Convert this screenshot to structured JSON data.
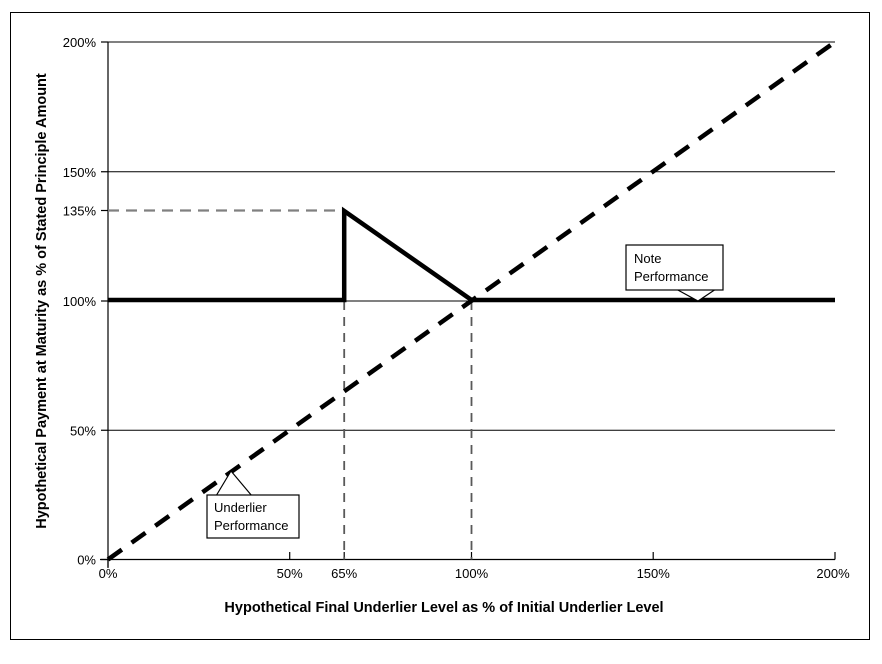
{
  "chart_data": {
    "type": "line",
    "title": "",
    "xlabel": "Hypothetical Final Underlier Level as % of Initial Underlier Level",
    "ylabel": "Hypothetical Payment at Maturity as % of Stated Principle Amount",
    "xlim": [
      0,
      200
    ],
    "ylim": [
      0,
      200
    ],
    "grid": true,
    "legend_position": "none",
    "x_ticks": [
      {
        "value": 0,
        "label": "0%"
      },
      {
        "value": 50,
        "label": "50%"
      },
      {
        "value": 65,
        "label": "65%"
      },
      {
        "value": 100,
        "label": "100%"
      },
      {
        "value": 150,
        "label": "150%"
      },
      {
        "value": 200,
        "label": "200%"
      }
    ],
    "y_ticks": [
      {
        "value": 0,
        "label": "0%"
      },
      {
        "value": 50,
        "label": "50%"
      },
      {
        "value": 100,
        "label": "100%"
      },
      {
        "value": 135,
        "label": "135%"
      },
      {
        "value": 150,
        "label": "150%"
      },
      {
        "value": 200,
        "label": "200%"
      }
    ],
    "series": [
      {
        "name": "Note Performance",
        "style": "solid",
        "color": "#000000",
        "width": 4,
        "points": [
          {
            "x": 0,
            "y": 100
          },
          {
            "x": 65,
            "y": 100
          },
          {
            "x": 65,
            "y": 135
          },
          {
            "x": 100,
            "y": 100
          },
          {
            "x": 200,
            "y": 100
          }
        ]
      },
      {
        "name": "Underlier Performance",
        "style": "dashed",
        "color": "#000000",
        "width": 4,
        "points": [
          {
            "x": 0,
            "y": 0
          },
          {
            "x": 200,
            "y": 200
          }
        ]
      }
    ],
    "reference_lines": [
      {
        "name": "level-135-horizontal",
        "orientation": "horizontal",
        "value": 135,
        "from": 0,
        "to": 65,
        "style": "dashed",
        "color": "#808080"
      },
      {
        "name": "level-65-vertical",
        "orientation": "vertical",
        "value": 65,
        "from": 0,
        "to": 100,
        "style": "dashed",
        "color": "#595959"
      },
      {
        "name": "level-100-vertical",
        "orientation": "vertical",
        "value": 100,
        "from": 0,
        "to": 100,
        "style": "dashed",
        "color": "#595959"
      }
    ],
    "gridlines_y": [
      50,
      100,
      150,
      200
    ],
    "annotations": [
      {
        "name": "note-performance-callout",
        "line1": "Note",
        "line2": "Performance",
        "anchor_x": 160,
        "anchor_y": 100
      },
      {
        "name": "underlier-performance-callout",
        "line1": "Underlier",
        "line2": "Performance",
        "anchor_x": 33,
        "anchor_y": 33
      }
    ]
  },
  "axis": {
    "x_title": "Hypothetical Final Underlier Level as % of Initial Underlier Level",
    "y_title": "Hypothetical Payment at Maturity as % of Stated Principle Amount",
    "x_tick_labels": [
      "0%",
      "50%",
      "65%",
      "100%",
      "150%",
      "200%"
    ],
    "y_tick_labels": [
      "0%",
      "50%",
      "100%",
      "135%",
      "150%",
      "200%"
    ]
  },
  "callouts": {
    "note": {
      "line1": "Note",
      "line2": "Performance"
    },
    "underlier": {
      "line1": "Underlier",
      "line2": "Performance"
    }
  },
  "colors": {
    "line": "#000000",
    "grid": "#000000",
    "reference_dash": "#808080",
    "vertical_dash": "#595959",
    "frame": "#000000",
    "background": "#ffffff"
  }
}
